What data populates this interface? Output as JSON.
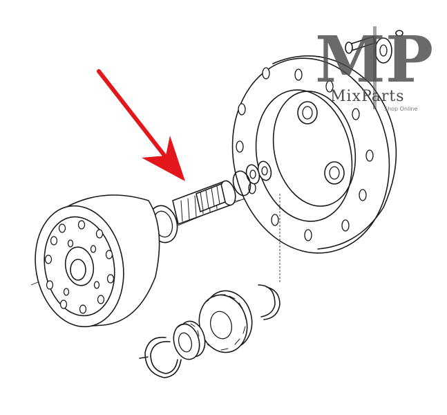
{
  "diagram": {
    "parts": [
      "planetary-carrier",
      "splined-shaft",
      "retaining-ring",
      "thrust-washer",
      "flanged-hub",
      "sun-gear",
      "needle-bearing",
      "snap-ring",
      "bolt-and-washer"
    ],
    "highlight": {
      "target": "splined-shaft",
      "color": "#e3161b"
    }
  },
  "watermark": {
    "letters": "MP",
    "name": "MixParts",
    "tagline": "Shop Online",
    "color": "#4a4a4a"
  }
}
